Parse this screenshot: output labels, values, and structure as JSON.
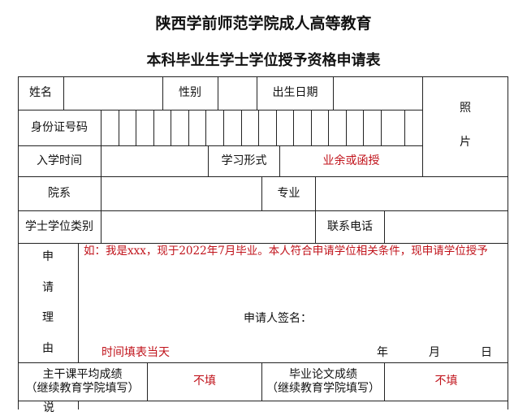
{
  "title_line1": "陕西学前师范学院成人高等教育",
  "title_line2": "本科毕业生学士学位授予资格申请表",
  "fields": {
    "name": "姓名",
    "gender": "性别",
    "birth_date": "出生日期",
    "photo_char1": "照",
    "photo_char2": "片",
    "id_number": "身份证号码",
    "enroll_time": "入学时间",
    "study_form": "学习形式",
    "study_form_value": "业余或函授",
    "department": "院系",
    "major": "专业",
    "degree_type": "学士学位类别",
    "phone": "联系电话"
  },
  "reason": {
    "label_chars": [
      "申",
      "请",
      "理",
      "由"
    ],
    "example_text": "如：我是xxx，现于2022年7月毕业。本人符合申请学位相关条件，现申请学位授予",
    "signature_label": "申请人签名：",
    "date_hint": "时间填表当天",
    "year": "年",
    "month": "月",
    "day": "日"
  },
  "scores": {
    "main_course_label_1": "主干课平均成绩",
    "main_course_label_2": "（继续教育学院填写）",
    "main_course_value": "不填",
    "thesis_label_1": "毕业论文成绩",
    "thesis_label_2": "（继续教育学院填写）",
    "thesis_value": "不填"
  },
  "bottom_partial": "说"
}
